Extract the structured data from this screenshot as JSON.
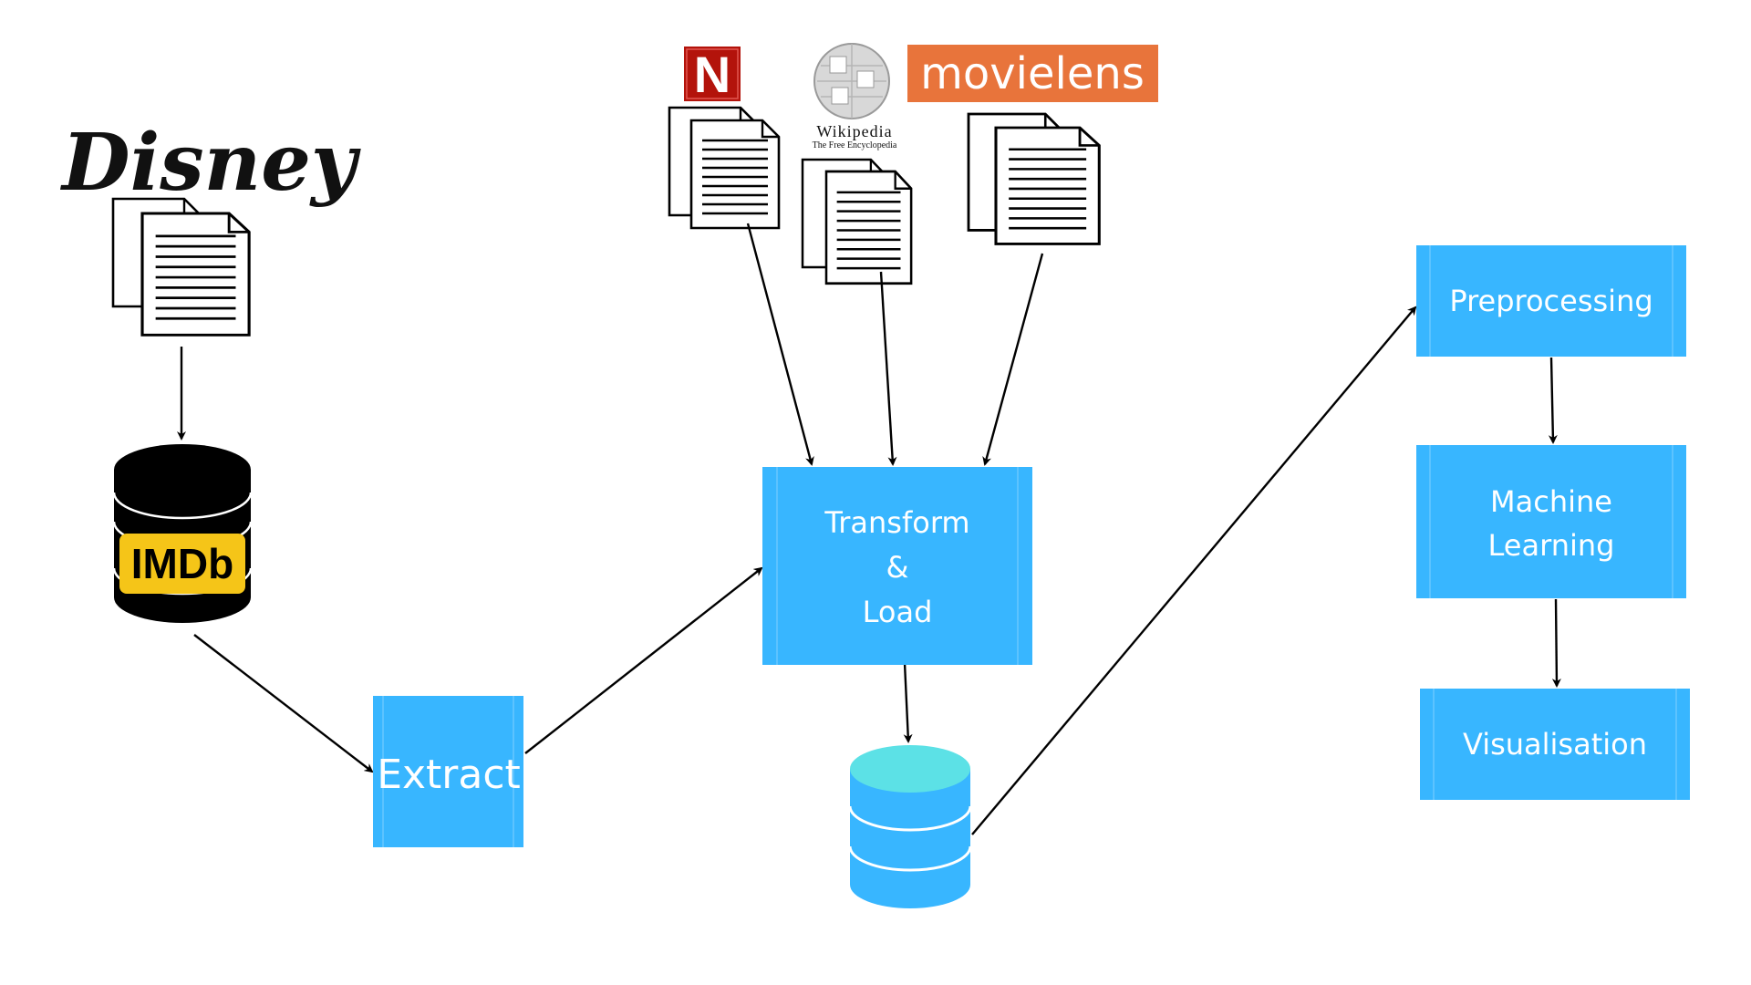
{
  "colors": {
    "box_fill": "#38b6ff",
    "db_imdb_body": "#000000",
    "imdb_badge": "#f5c518",
    "db_output_body": "#38b6ff",
    "db_output_top": "#5ce1e6",
    "movielens_orange": "#e8743b",
    "netflix_red": "#b3130b"
  },
  "sources": {
    "disney": {
      "logo_text": "Disney",
      "icon": "document-stack-icon"
    },
    "imdb": {
      "badge_text": "IMDb",
      "icon": "database-icon"
    },
    "netflix": {
      "logo_text": "N",
      "icon": "document-stack-icon"
    },
    "wikipedia": {
      "title": "Wikipedia",
      "subtitle": "The Free Encyclopedia",
      "icon": "document-stack-icon"
    },
    "movielens": {
      "logo_text": "movielens",
      "icon": "document-stack-icon"
    }
  },
  "steps": {
    "extract": "Extract",
    "transform_line1": "Transform",
    "transform_line2": "&",
    "transform_line3": "Load",
    "preprocessing": "Preprocessing",
    "ml_line1": "Machine",
    "ml_line2": "Learning",
    "visualisation": "Visualisation"
  },
  "output_store": {
    "icon": "database-icon"
  }
}
